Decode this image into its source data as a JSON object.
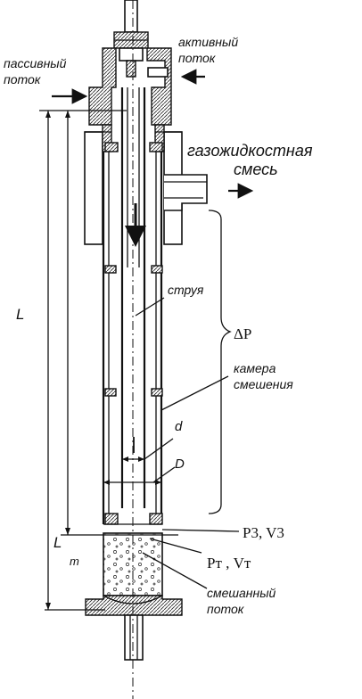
{
  "labels": {
    "active_flow": [
      "активный",
      "поток"
    ],
    "passive_flow": [
      "пассивный",
      "поток"
    ],
    "gas_liquid_mixture": [
      "газожидкостная",
      "смесь"
    ],
    "jet": "струя",
    "delta_p": "ΔP",
    "mixing_chamber": [
      "камера",
      "смешения"
    ],
    "d": "d",
    "D": "D",
    "L": "L",
    "L_t": [
      "L",
      "т"
    ],
    "p3_v3": "P3, V3",
    "pt_vt": "Pт , Vт",
    "mixed_flow": [
      "смешанный",
      "поток"
    ]
  }
}
